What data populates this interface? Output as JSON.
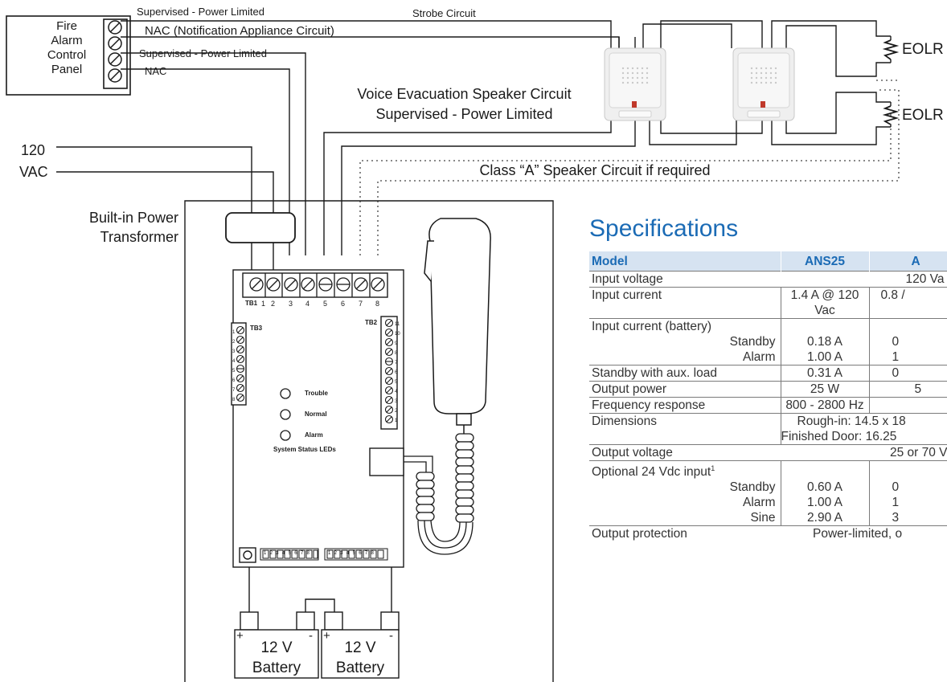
{
  "diagram": {
    "facp_label": [
      "Fire",
      "Alarm",
      "Control",
      "Panel"
    ],
    "wire_supervised_1": "Supervised - Power Limited",
    "wire_nac_1": "NAC  (Notification Appliance Circuit)",
    "wire_supervised_2": "Supervised - Power Limited",
    "wire_nac_2": "NAC",
    "strobe_circuit": "Strobe Circuit",
    "eolr_1": "EOLR",
    "eolr_2": "EOLR",
    "voice_evac_1": "Voice Evacuation Speaker Circuit",
    "voice_evac_2": "Supervised - Power Limited",
    "class_a": "Class “A” Speaker Circuit if required",
    "vac_120": "120",
    "vac_label": "VAC",
    "transformer_1": "Built-in Power",
    "transformer_2": "Transformer",
    "tb1": "TB1",
    "tb1_pins": [
      "1",
      "2",
      "3",
      "4",
      "5",
      "6",
      "7",
      "8"
    ],
    "tb2": "TB2",
    "tb2_pins": [
      "11",
      "10",
      "9",
      "8",
      "7",
      "6",
      "5",
      "4",
      "3",
      "2",
      "1"
    ],
    "tb3": "TB3",
    "tb3_pins": [
      "1",
      "2",
      "3",
      "4",
      "5",
      "6",
      "7",
      "8"
    ],
    "led_trouble": "Trouble",
    "led_normal": "Normal",
    "led_alarm": "Alarm",
    "led_caption": "System Status LEDs",
    "dip_labels": [
      "1",
      "2",
      "3",
      "4",
      "5",
      "6",
      "7",
      "8"
    ],
    "battery_1": {
      "voltage": "12 V",
      "label": "Battery",
      "plus": "+",
      "minus": "-"
    },
    "battery_2": {
      "voltage": "12 V",
      "label": "Battery",
      "plus": "+",
      "minus": "-"
    }
  },
  "specs": {
    "title": "Specifications",
    "header": {
      "model": "Model",
      "col1": "ANS25",
      "col2": "A"
    },
    "rows": {
      "input_voltage": {
        "label": "Input voltage",
        "value": "120 Va"
      },
      "input_current": {
        "label": "Input current",
        "v1": "1.4 A @ 120 Vac",
        "v2": "0.8 /"
      },
      "battery_current": {
        "label": "Input current (battery)"
      },
      "battery_standby": {
        "label": "Standby",
        "v1": "0.18 A",
        "v2": "0"
      },
      "battery_alarm": {
        "label": "Alarm",
        "v1": "1.00 A",
        "v2": "1"
      },
      "aux_load": {
        "label": "Standby with aux. load",
        "v1": "0.31 A",
        "v2": "0"
      },
      "output_power": {
        "label": "Output power",
        "v1": "25 W",
        "v2": "5"
      },
      "freq_response": {
        "label": "Frequency response",
        "v1": "800 - 2800 Hz",
        "v2": ""
      },
      "dimensions": {
        "label": "Dimensions",
        "line1": "Rough-in: 14.5 x 18",
        "line2": "",
        "line3": "Finished Door: 16.25"
      },
      "output_voltage": {
        "label": "Output voltage",
        "value": "25 or 70 V"
      },
      "optional_24": {
        "label": "Optional 24 Vdc input",
        "footnote": "1"
      },
      "opt_standby": {
        "label": "Standby",
        "v1": "0.60 A",
        "v2": "0"
      },
      "opt_alarm": {
        "label": "Alarm",
        "v1": "1.00 A",
        "v2": "1"
      },
      "opt_sine": {
        "label": "Sine",
        "v1": "2.90 A",
        "v2": "3"
      },
      "output_protection": {
        "label": "Output protection",
        "value": "Power-limited, o"
      }
    }
  }
}
